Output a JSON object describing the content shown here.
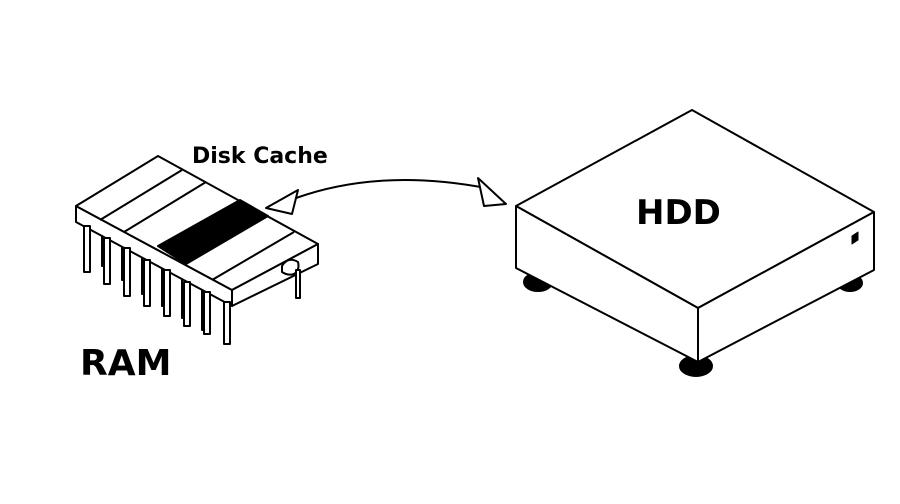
{
  "diagram": {
    "cache_label": "Disk Cache",
    "hdd_label": "HDD",
    "ram_label": "RAM",
    "ink_color": "#000000",
    "background_color": "#ffffff"
  }
}
